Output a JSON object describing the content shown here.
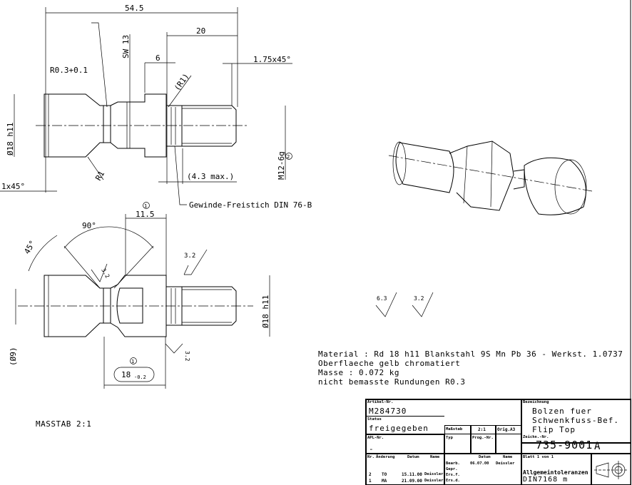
{
  "side_view": {
    "dim_overall": "54.5",
    "dim_thread_len": "20",
    "dim_hex_len": "6",
    "dim_chamfer": "1.75x45°",
    "dim_radius_groove": "R0.3+0.1",
    "dim_across_flats": "SW 13",
    "dim_radius_paren": "(R1)",
    "dim_radius": "R1",
    "dim_diameter": "Ø18 h11",
    "dim_thread": "M12-6g",
    "thread_note_marker": "2",
    "dim_undercut_len": "(4.3 max.)",
    "dim_left_chamfer": "1x45°",
    "undercut_note": "Gewinde-Freistich DIN 76-B"
  },
  "bottom_view": {
    "marker1": "1",
    "dim_11_5": "11.5",
    "dim_angle_90": "90°",
    "dim_angle_45": "45°",
    "roughness_a": "3.2",
    "roughness_b": "3.2",
    "roughness_c": "3.2",
    "dim_diameter": "Ø18 h11",
    "dim_diameter_9": "(Ø9)",
    "marker2": "1",
    "dim_18": "18",
    "dim_18_tol": "-0.2"
  },
  "surface_symbols": [
    "6.3",
    "3.2"
  ],
  "notes": [
    "Material : Rd 18 h11 Blankstahl 9S Mn Pb 36 - Werkst. 1.0737",
    "Oberflaeche gelb chromatiert",
    "Masse : 0.072 kg",
    "nicht bemasste Rundungen R0.3"
  ],
  "scale_label": "MASSTAB 2:1",
  "title_block": {
    "artikel_label": "Artikel-Nr.",
    "artikel": "M284730",
    "status_label": "Status",
    "status": "freigegeben",
    "massstab_label": "Maßstab",
    "massstab": "2:1",
    "orig": "Orig.A3",
    "apl_label": "APL-Nr.",
    "apl": "-",
    "typ_label": "Typ",
    "prog_label": "Prog.-Nr.",
    "bezeichnung_label": "Bezeichnung",
    "bezeichnung": [
      "Bolzen fuer",
      "Schwenkfuss-Bef.",
      "Flip Top"
    ],
    "zeichn_label": "Zeichn.-Nr.",
    "zeichn": "735-9001",
    "rev": "A",
    "blatt": "Blatt 1 von 1",
    "headers": [
      "Nr.",
      "Änderung",
      "Datum",
      "Name"
    ],
    "datum_label": "Datum",
    "name_label": "Name",
    "bearb": "Bearb.",
    "bearb_datum": "06.07.00",
    "bearb_name": "Deissler",
    "gepr": "Gepr.",
    "ersf": "Ers.f.",
    "ersd": "Ers.d.",
    "revisions": [
      {
        "nr": "2",
        "aend": "TO",
        "datum": "15.11.00",
        "name": "Deissler"
      },
      {
        "nr": "1",
        "aend": "MA",
        "datum": "21.09.00",
        "name": "Deissler"
      }
    ],
    "toleranz": [
      "Allgemeintoleranzen",
      "DIN7168 m"
    ]
  }
}
